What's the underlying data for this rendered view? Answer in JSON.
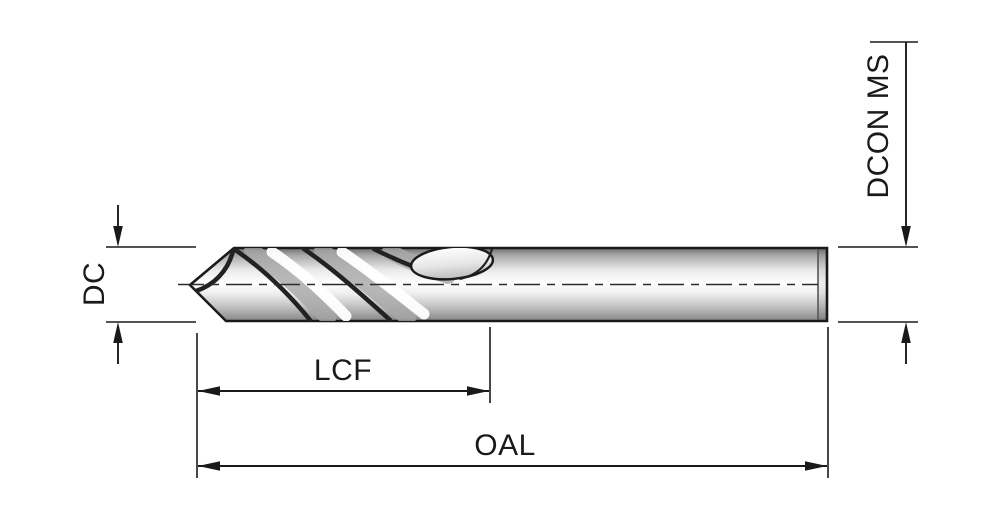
{
  "diagram": {
    "labels": {
      "dc": "DC",
      "dcon_ms": "DCON MS",
      "lcf": "LCF",
      "oal": "OAL"
    },
    "colors": {
      "background": "#ffffff",
      "line": "#1a1a1a",
      "metal_highlight": "#ffffff",
      "metal_mid": "#c8c8c8",
      "metal_shadow": "#7a7a7a"
    }
  }
}
